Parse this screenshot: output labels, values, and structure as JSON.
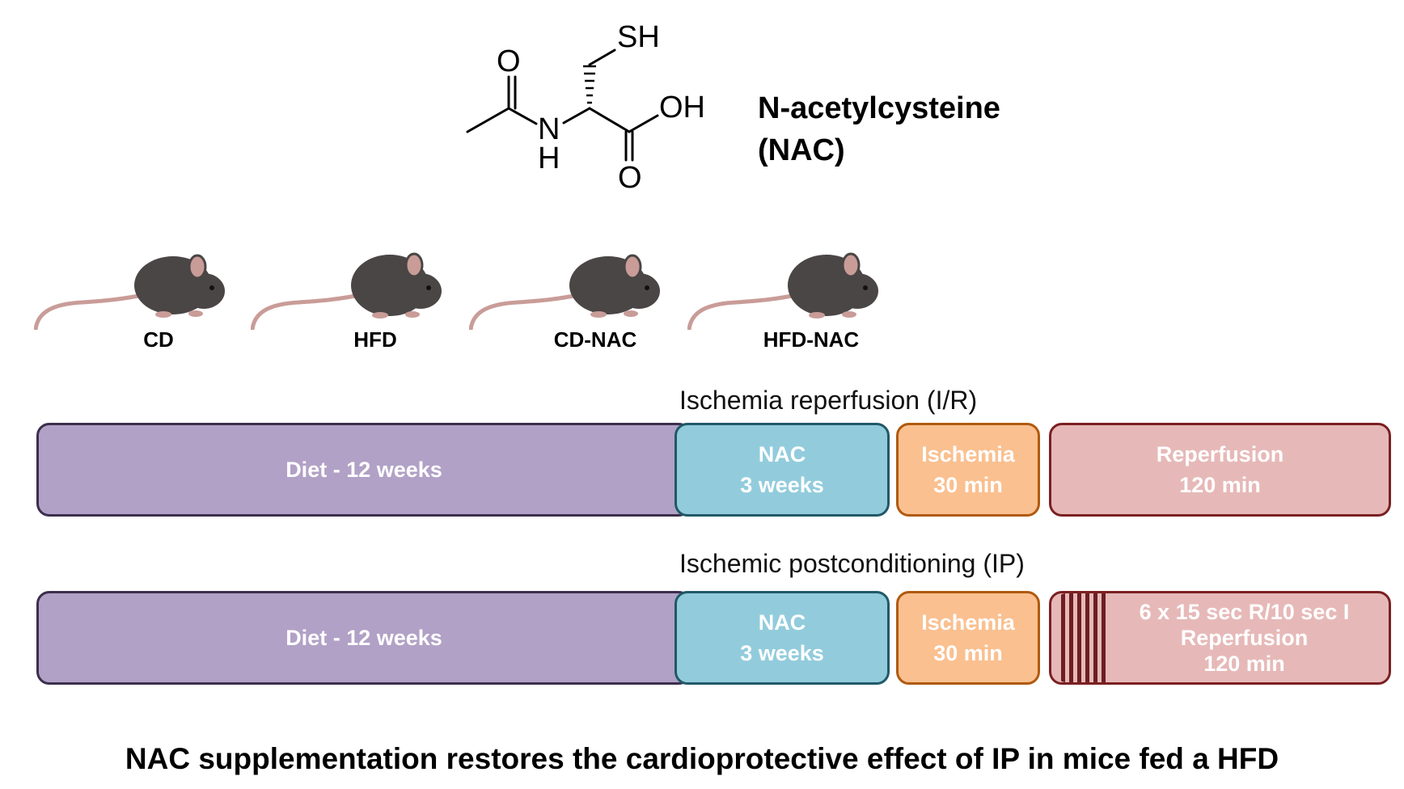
{
  "molecule": {
    "atoms": {
      "sh": "SH",
      "o_carbonyl": "O",
      "oh": "OH",
      "n": "N",
      "h": "H",
      "o_acid": "O"
    },
    "name_line1": "N-acetylcysteine",
    "name_line2": "(NAC)"
  },
  "groups": [
    "CD",
    "HFD",
    "CD-NAC",
    "HFD-NAC"
  ],
  "colors": {
    "diet": "#b1a1c6",
    "nac": "#92ccdc",
    "ischemia": "#fac090",
    "reperfusion": "#e6b9b8",
    "mouse_body": "#4a4645",
    "mouse_ear_tail": "#c99c98"
  },
  "protocols": {
    "ir": {
      "title": "Ischemia reperfusion (I/R)",
      "diet": "Diet - 12 weeks",
      "nac_line1": "NAC",
      "nac_line2": "3 weeks",
      "ischemia_line1": "Ischemia",
      "ischemia_line2": "30 min",
      "reperfusion_line1": "Reperfusion",
      "reperfusion_line2": "120 min"
    },
    "ip": {
      "title": "Ischemic postconditioning (IP)",
      "diet": "Diet - 12 weeks",
      "nac_line1": "NAC",
      "nac_line2": "3 weeks",
      "ischemia_line1": "Ischemia",
      "ischemia_line2": "30 min",
      "reperfusion_line1": "6 x 15 sec R/10 sec I",
      "reperfusion_line2": "Reperfusion",
      "reperfusion_line3": "120 min"
    }
  },
  "conclusion": "NAC supplementation restores the cardioprotective effect of IP in mice fed a HFD"
}
